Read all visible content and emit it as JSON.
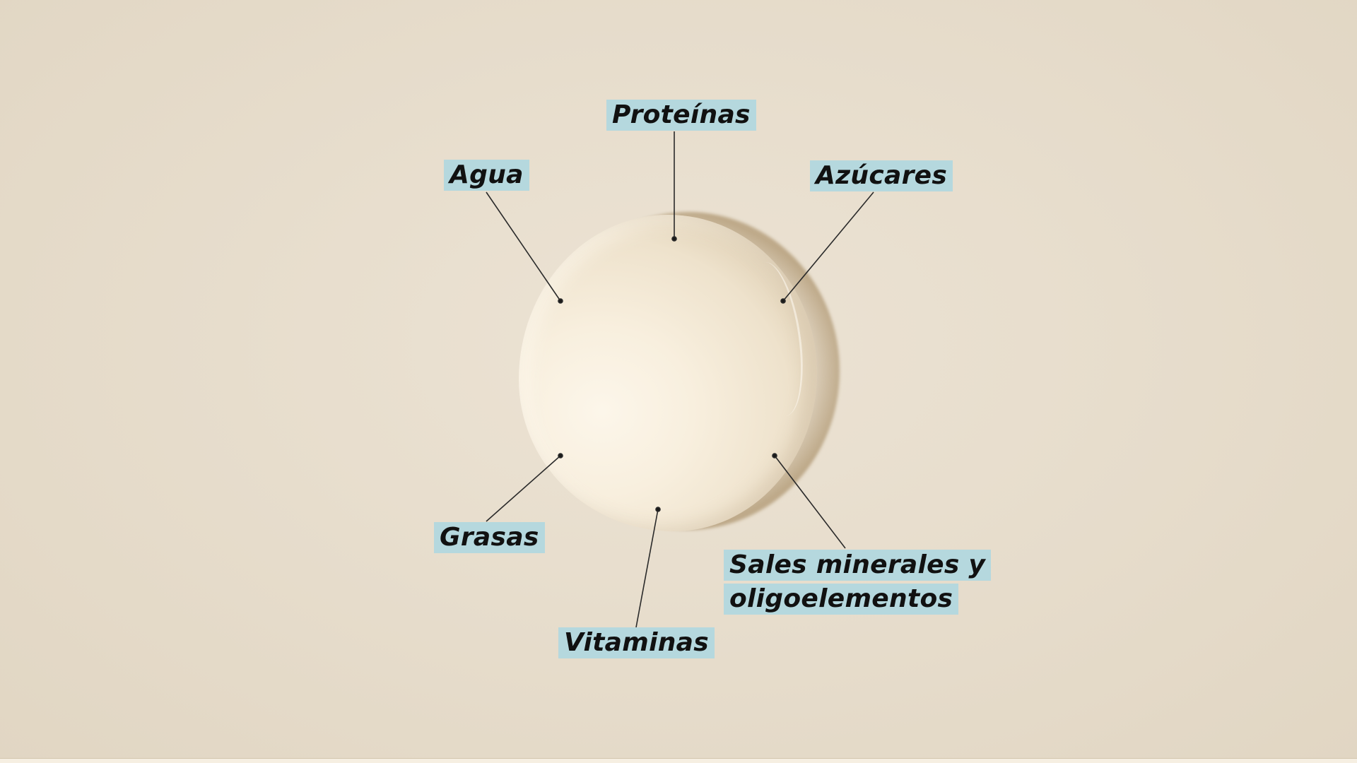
{
  "diagram": {
    "title": "",
    "center_object": "drop",
    "colors": {
      "background": "#e6dccb",
      "drop": "#f8efde",
      "label_bg": "#b5d8de",
      "label_text": "#111111",
      "line": "#2a2a2a"
    },
    "labels": [
      {
        "id": "proteinas",
        "text": "Proteínas"
      },
      {
        "id": "agua",
        "text": "Agua"
      },
      {
        "id": "azucares",
        "text": "Azúcares"
      },
      {
        "id": "grasas",
        "text": "Grasas"
      },
      {
        "id": "vitaminas",
        "text": "Vitaminas"
      },
      {
        "id": "sales",
        "line1": "Sales minerales y",
        "line2": "oligoelementos"
      }
    ]
  }
}
